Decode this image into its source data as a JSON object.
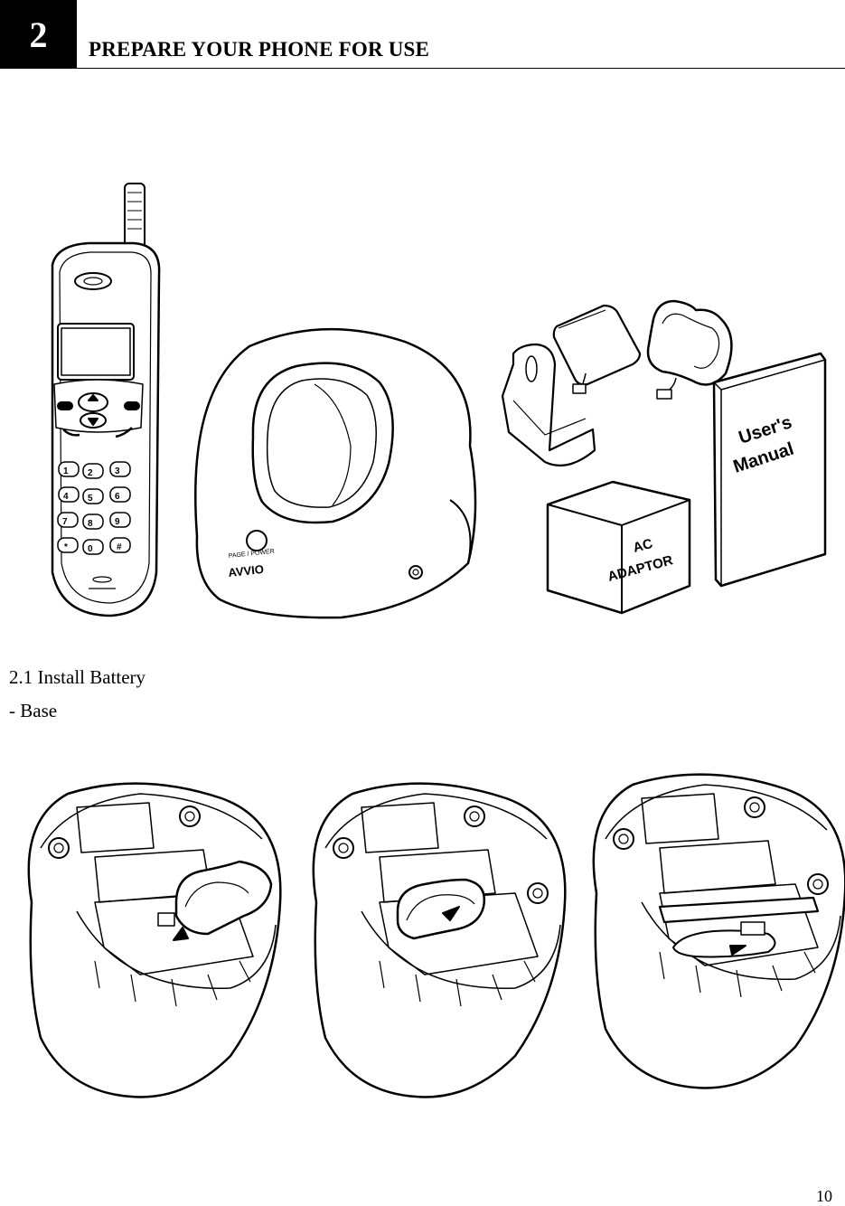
{
  "header": {
    "chapter_number": "2",
    "chapter_title": "PREPARE YOUR PHONE FOR USE"
  },
  "figure_contents": {
    "base_button_label": "PAGE / POWER",
    "brand_logo_text": "AVVIO",
    "keypad_keys": [
      "1",
      "2",
      "3",
      "4",
      "5",
      "6",
      "7",
      "8",
      "9",
      "*",
      "0",
      "#"
    ],
    "ac_adaptor_box_label_line1": "AC",
    "ac_adaptor_box_label_line2": "ADAPTOR",
    "manual_label_line1": "User's",
    "manual_label_line2": "Manual"
  },
  "section": {
    "heading": "2.1 Install Battery",
    "subsection": "- Base"
  },
  "footer": {
    "page_number": "10"
  }
}
